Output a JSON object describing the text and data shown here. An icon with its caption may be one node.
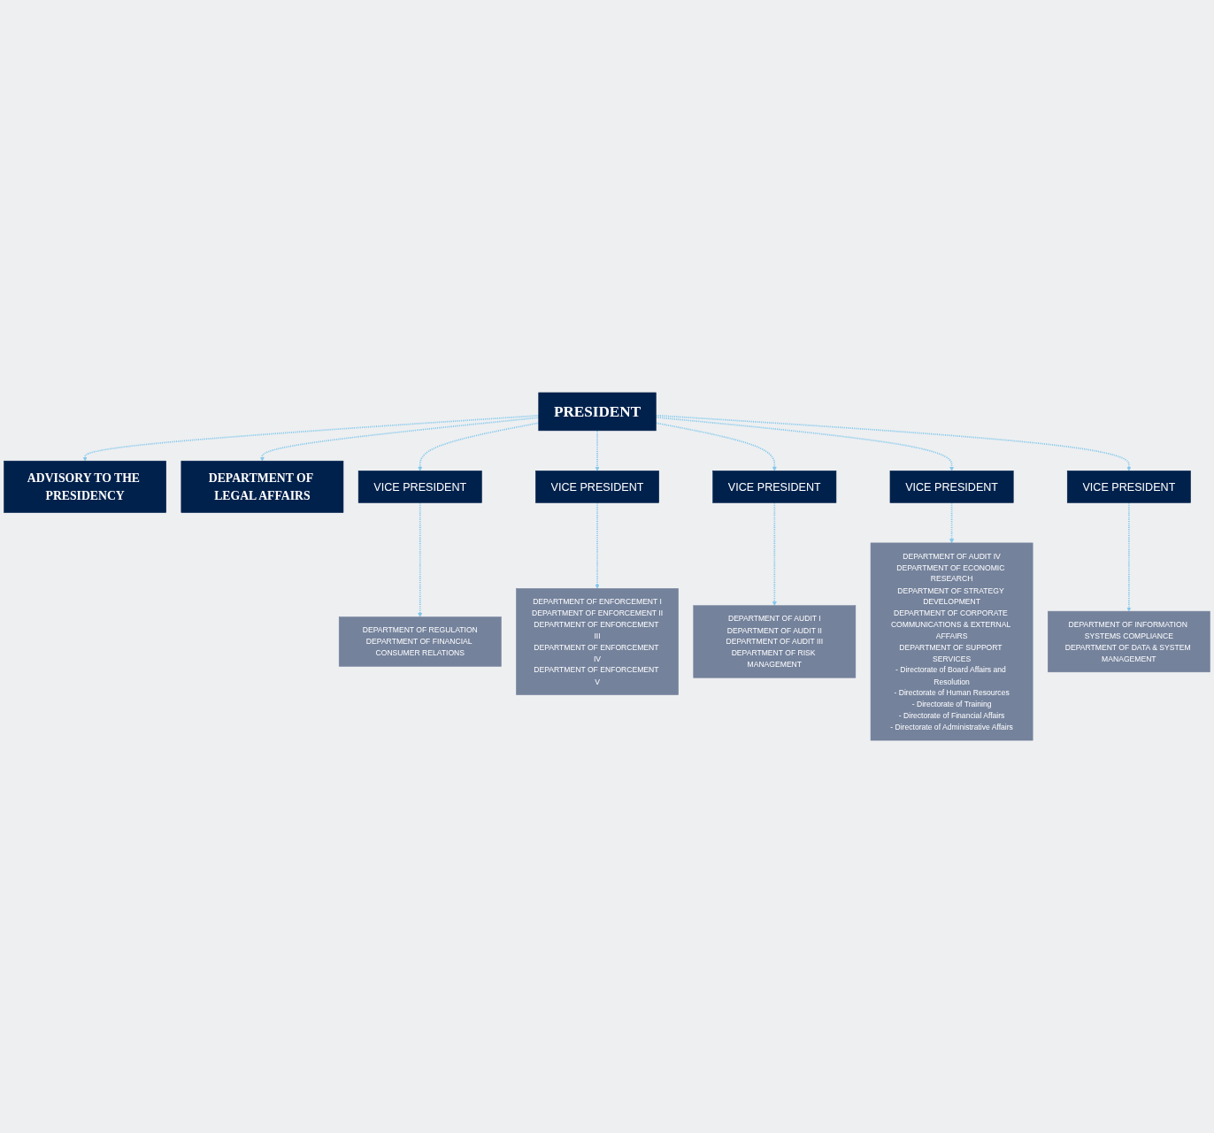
{
  "diagram": {
    "nodes": [
      {
        "text": [
          "PRESIDENT"
        ]
      },
      {
        "text": [
          "ADVISORY TO THE PRESIDENCY"
        ]
      },
      {
        "text": [
          "DEPARTMENT OF LEGAL AFFAIRS"
        ]
      },
      {
        "text": [
          "VICE PRESIDENT"
        ]
      },
      {
        "text": [
          "VICE PRESIDENT"
        ]
      },
      {
        "text": [
          "VICE PRESIDENT"
        ]
      },
      {
        "text": [
          "VICE PRESIDENT"
        ]
      },
      {
        "text": [
          "VICE PRESIDENT"
        ]
      },
      {
        "text": [
          "DEPARTMENT OF REGULATION",
          "DEPARTMENT OF FINANCIAL CONSUMER RELATIONS"
        ]
      },
      {
        "text": [
          "DEPARTMENT OF ENFORCEMENT I",
          "DEPARTMENT OF ENFORCEMENT II",
          "DEPARTMENT OF ENFORCEMENT III",
          "DEPARTMENT OF ENFORCEMENT IV",
          "DEPARTMENT OF ENFORCEMENT V"
        ]
      },
      {
        "text": [
          "DEPARTMENT OF AUDIT I",
          "DEPARTMENT OF AUDIT II",
          "DEPARTMENT OF AUDIT III",
          "DEPARTMENT OF RISK MANAGEMENT"
        ]
      },
      {
        "text": [
          "DEPARTMENT OF AUDIT IV",
          "DEPARTMENT OF ECONOMIC RESEARCH",
          "DEPARTMENT OF STRATEGY DEVELOPMENT",
          "DEPARTMENT OF CORPORATE COMMUNICATIONS & EXTERNAL AFFAIRS",
          "DEPARTMENT OF SUPPORT SERVICES",
          "- Directorate of Board Affairs and Resolution",
          "- Directorate of Human Resources",
          "- Directorate of Training",
          "- Directorate of Financial Affairs",
          "- Directorate of Administrative Affairs"
        ]
      },
      {
        "text": [
          "DEPARTMENT OF INFORMATION SYSTEMS COMPLIANCE",
          "DEPARTMENT OF DATA & SYSTEM MANAGEMENT"
        ]
      }
    ],
    "edges": [
      {
        "from": 0,
        "to": 1,
        "arrow": "to",
        "style": "dashed"
      },
      {
        "from": 0,
        "to": 2,
        "arrow": "to",
        "style": "dashed"
      },
      {
        "from": 0,
        "to": 3,
        "arrow": "to",
        "style": "dashed"
      },
      {
        "from": 0,
        "to": 4,
        "arrow": "to",
        "style": "dashed"
      },
      {
        "from": 0,
        "to": 5,
        "arrow": "to",
        "style": "dashed"
      },
      {
        "from": 0,
        "to": 6,
        "arrow": "to",
        "style": "dashed"
      },
      {
        "from": 0,
        "to": 7,
        "arrow": "to",
        "style": "dashed"
      },
      {
        "from": 3,
        "to": 8,
        "arrow": "to",
        "style": "dashed"
      },
      {
        "from": 4,
        "to": 9,
        "arrow": "to",
        "style": "dashed"
      },
      {
        "from": 5,
        "to": 10,
        "arrow": "to",
        "style": "dashed"
      },
      {
        "from": 6,
        "to": 11,
        "arrow": "to",
        "style": "dashed"
      },
      {
        "from": 7,
        "to": 12,
        "arrow": "to",
        "style": "dashed"
      }
    ]
  }
}
